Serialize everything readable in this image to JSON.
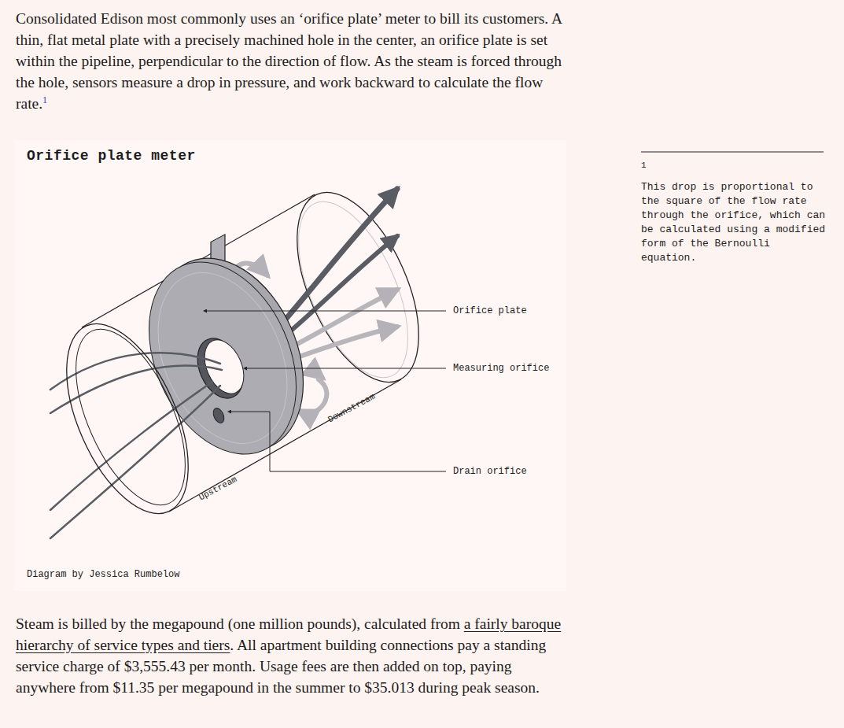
{
  "diagram": {
    "title": "Orifice plate meter",
    "caption": "Diagram by Jessica Rumbelow",
    "labels": [
      "Consolidated Edison most commonly uses an ‘orifice plate’ meter to bill its customers. A thin, flat metal plate with a precisely machined hole in the center, an orifice plate is set within the pipeline, perpendicular to the direction of flow. As the steam is forced through the hole, sensors measure a drop in pressure, and work backward to calculate the flow rate.",
      "1",
      "Orifice plate",
      "Measuring orifice",
      "Drain orifice",
      "Downstream",
      "Upstream",
      "1",
      "This drop is proportional to the square of the flow rate through the orifice, which can be calculated using a modified form of the Bernoulli equation.",
      "Steam is billed by the megapound (one million pounds), calculated from ",
      "a fairly baroque hierarchy of service types and tiers",
      ". All apartment building connections pay a standing service charge of $3,555.43 per month. Usage fees are then added on top, paying anywhere from $11.35 per megapound in the summer to $35.013 during peak season."
    ]
  }
}
